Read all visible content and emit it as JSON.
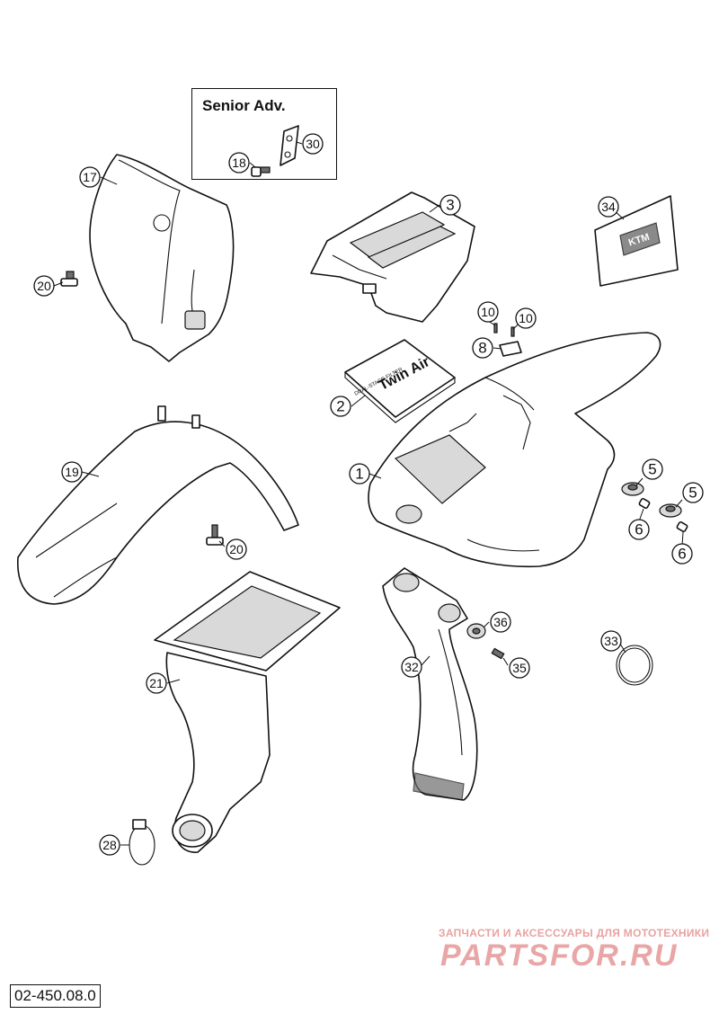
{
  "inset": {
    "title": "Senior Adv."
  },
  "callouts": [
    {
      "id": "1",
      "label": "1"
    },
    {
      "id": "2",
      "label": "2"
    },
    {
      "id": "3",
      "label": "3"
    },
    {
      "id": "5a",
      "label": "5"
    },
    {
      "id": "5b",
      "label": "5"
    },
    {
      "id": "6a",
      "label": "6"
    },
    {
      "id": "6b",
      "label": "6"
    },
    {
      "id": "8",
      "label": "8"
    },
    {
      "id": "10a",
      "label": "10"
    },
    {
      "id": "10b",
      "label": "10"
    },
    {
      "id": "17",
      "label": "17"
    },
    {
      "id": "18",
      "label": "18"
    },
    {
      "id": "19",
      "label": "19"
    },
    {
      "id": "20a",
      "label": "20"
    },
    {
      "id": "20b",
      "label": "20"
    },
    {
      "id": "21",
      "label": "21"
    },
    {
      "id": "28",
      "label": "28"
    },
    {
      "id": "30",
      "label": "30"
    },
    {
      "id": "32",
      "label": "32"
    },
    {
      "id": "33",
      "label": "33"
    },
    {
      "id": "34",
      "label": "34"
    },
    {
      "id": "35",
      "label": "35"
    },
    {
      "id": "36",
      "label": "36"
    }
  ],
  "filter_box": {
    "brand": "Twin Air",
    "subtitle": "DUAL-STAGE FILTER"
  },
  "sticker": {
    "brand": "KTM"
  },
  "watermark": {
    "line1": "ЗАПЧАСТИ И АКСЕССУАРЫ ДЛЯ МОТОТЕХНИКИ",
    "line2": "PARTSFOR.RU"
  },
  "doc_number": "02-450.08.0"
}
